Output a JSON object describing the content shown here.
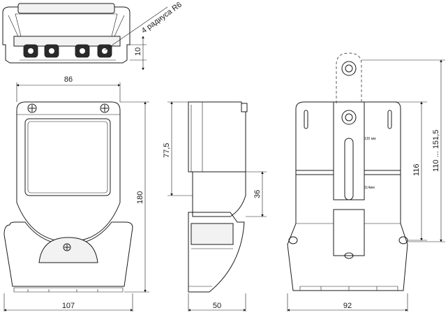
{
  "title": "",
  "views": {
    "top": {
      "callout_text": "4 радиуса R6",
      "dim_10": "10"
    },
    "front": {
      "dim_top_width": "86",
      "dim_height": "180",
      "dim_bottom_width": "107"
    },
    "side": {
      "dim_775": "77,5",
      "dim_36": "36",
      "dim_depth": "50"
    },
    "back": {
      "dim_116": "116",
      "dim_range": "110 ... 151,5",
      "dim_width": "92",
      "slot_label_top": "130 мм",
      "slot_label_bottom": "114мм"
    }
  }
}
